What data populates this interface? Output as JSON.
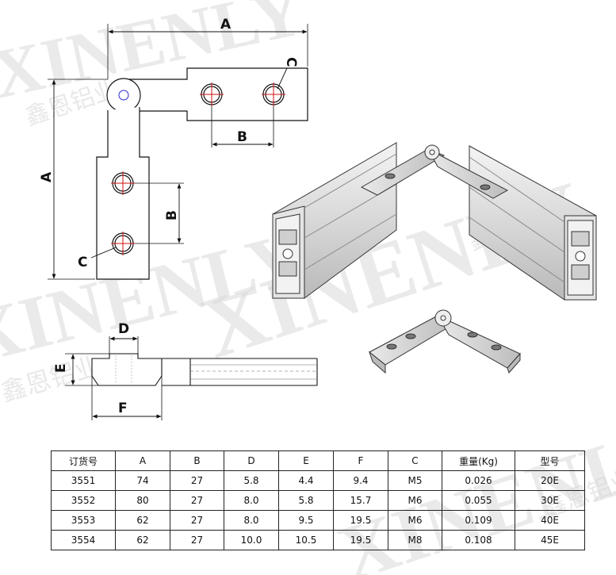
{
  "watermark": {
    "latin": "XINENLY",
    "chinese": "鑫恩铝业"
  },
  "dimensions": {
    "top_view": {
      "a_top": "A",
      "a_side": "A",
      "b_horizontal": "B",
      "b_vertical": "B",
      "c_top": "C",
      "c_left": "C"
    },
    "side_view": {
      "d": "D",
      "e": "E",
      "f": "F"
    }
  },
  "table": {
    "headers": [
      "订货号",
      "A",
      "B",
      "D",
      "E",
      "F",
      "C",
      "重量(Kg)",
      "型号"
    ],
    "rows": [
      [
        "3551",
        "74",
        "27",
        "5.8",
        "4.4",
        "9.4",
        "M5",
        "0.026",
        "20E"
      ],
      [
        "3552",
        "80",
        "27",
        "8.0",
        "5.8",
        "15.7",
        "M6",
        "0.055",
        "30E"
      ],
      [
        "3553",
        "62",
        "27",
        "8.0",
        "9.5",
        "19.5",
        "M6",
        "0.109",
        "40E"
      ],
      [
        "3554",
        "62",
        "27",
        "10.0",
        "10.5",
        "19.5",
        "M8",
        "0.108",
        "45E"
      ]
    ]
  }
}
